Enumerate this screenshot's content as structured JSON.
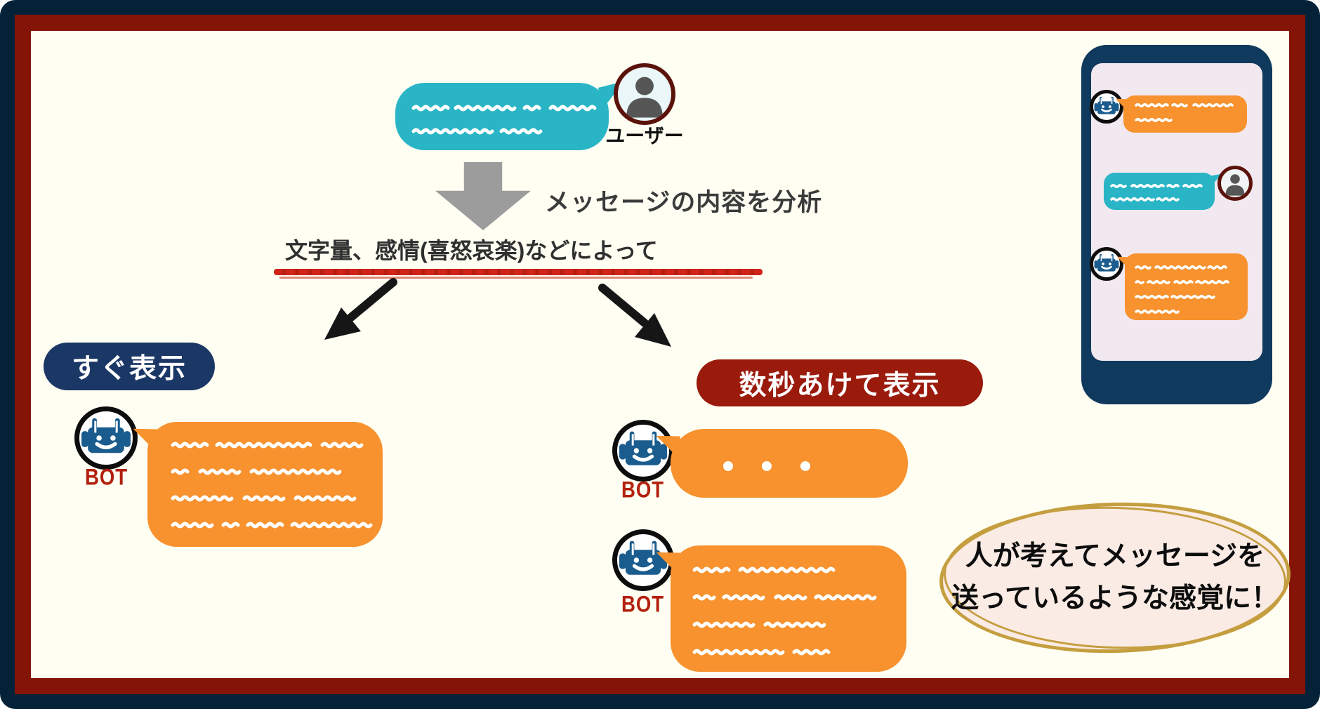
{
  "colors": {
    "background": "#FFFEF2",
    "frame_outer_navy": "#032238",
    "frame_inner_red": "#841408",
    "teal_bubble": "#2AB5C6",
    "orange_bubble": "#F7922E",
    "badge_navy": "#1B3765",
    "badge_red": "#9A1A0C",
    "bot_label_red": "#B3200E",
    "robot_blue": "#1A5C8E",
    "phone_body_navy": "#103A5D",
    "phone_screen_pink": "#F2E8F0",
    "note_fill": "#FBEBE5",
    "note_border_gold": "#C49E3F",
    "underline_red": "#D0241B",
    "gray_arrow": "#9C9C9C"
  },
  "flow": {
    "user_label": "ユーザー",
    "analyze_label": "メッセージの内容を分析",
    "criteria_label": "文字量、感情(喜怒哀楽)などによって"
  },
  "instant_branch": {
    "badge_label": "すぐ表示",
    "bot_label": "BOT"
  },
  "delayed_branch": {
    "badge_label": "数秒あけて表示",
    "bot_label_typing": "BOT",
    "bot_label_message": "BOT",
    "typing_dot_count": 3
  },
  "note": {
    "line1": "人が考えてメッセージを",
    "line2": "送っているような感覚に！"
  },
  "icons": {
    "bot_avatar": "robot-face",
    "user_avatar": "person-silhouette",
    "flow_arrow": "down-arrow",
    "branch_arrows": "hand-drawn-arrow"
  },
  "squiggles": {
    "user_bubble": {
      "pad_left": 26,
      "pad_top": 36,
      "line_height": 33,
      "gap": 14,
      "stroke": 5,
      "step": 7,
      "amp": 4,
      "lines": [
        [
          46,
          84,
          23,
          62
        ],
        [
          111,
          59
        ]
      ]
    },
    "instant_bubble": {
      "pad_left": 36,
      "pad_top": 33,
      "line_height": 38,
      "gap": 15,
      "stroke": 5,
      "step": 7,
      "amp": 4,
      "lines": [
        [
          48,
          135,
          54
        ],
        [
          24,
          58,
          124
        ],
        [
          87,
          58,
          85
        ],
        [
          57,
          20,
          48,
          114
        ]
      ]
    },
    "delayed_bubble": {
      "pad_left": 34,
      "pad_top": 35,
      "line_height": 39,
      "gap": 15,
      "stroke": 5,
      "step": 7,
      "amp": 4,
      "lines": [
        [
          50,
          134
        ],
        [
          27,
          59,
          42,
          83
        ],
        [
          86,
          85
        ],
        [
          127,
          50
        ]
      ]
    },
    "phone_bot_msg1": {
      "pad_left": 18,
      "pad_top": 14,
      "line_height": 21,
      "gap": 8,
      "stroke": 3.5,
      "step": 5,
      "amp": 2.5,
      "lines": [
        [
          44,
          22,
          56
        ],
        [
          50
        ]
      ]
    },
    "phone_user_msg": {
      "pad_left": 11,
      "pad_top": 19,
      "line_height": 19,
      "gap": 7,
      "stroke": 3.5,
      "step": 5,
      "amp": 2.5,
      "lines": [
        [
          22,
          44,
          16,
          25
        ],
        [
          58,
          28
        ]
      ]
    },
    "phone_bot_msg2": {
      "pad_left": 16,
      "pad_top": 20,
      "line_height": 21,
      "gap": 7,
      "stroke": 3.5,
      "step": 5,
      "amp": 2.5,
      "lines": [
        [
          21,
          68,
          25
        ],
        [
          10,
          31,
          24,
          45
        ],
        [
          44,
          60
        ],
        [
          60
        ]
      ]
    }
  }
}
